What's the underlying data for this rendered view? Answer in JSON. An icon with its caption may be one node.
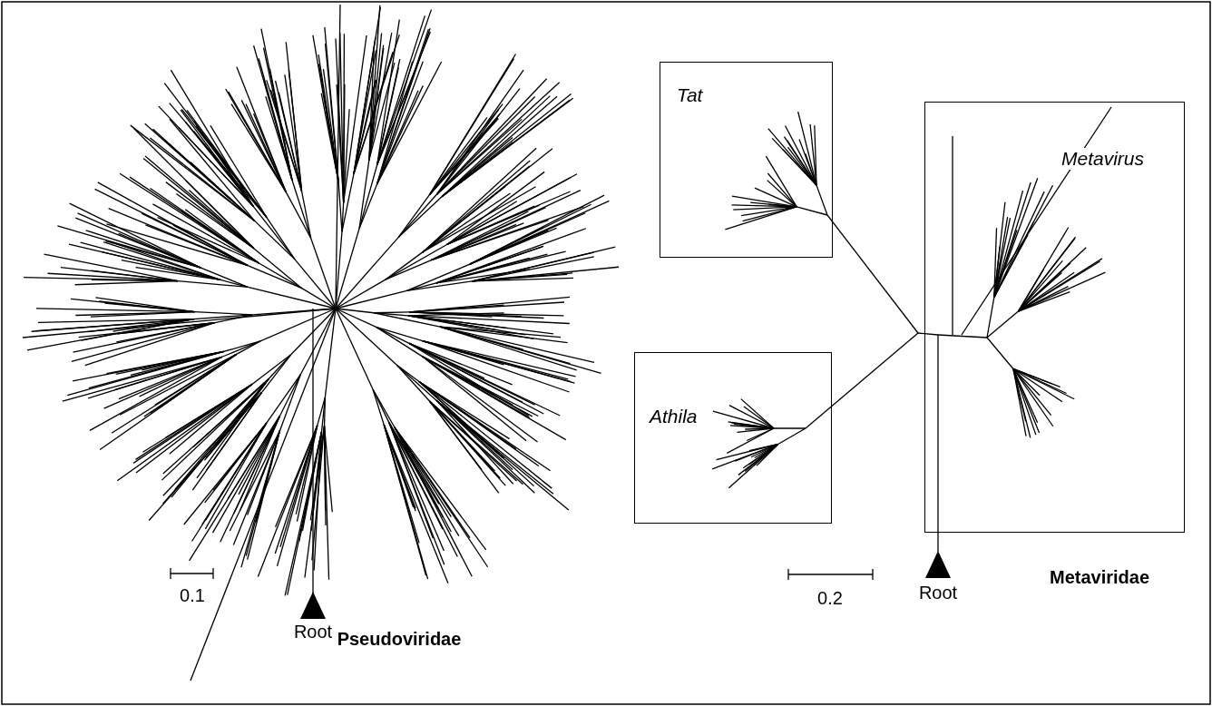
{
  "diagram": {
    "nodes": [
      {
        "text": [
          "Tat"
        ]
      },
      {
        "text": [
          "Athila"
        ]
      },
      {
        "text": [
          "Metavirus"
        ]
      }
    ],
    "labels": [
      "Pseudoviridae",
      "0.1",
      "Root",
      "0.2",
      "Metaviridae",
      "Root"
    ]
  }
}
